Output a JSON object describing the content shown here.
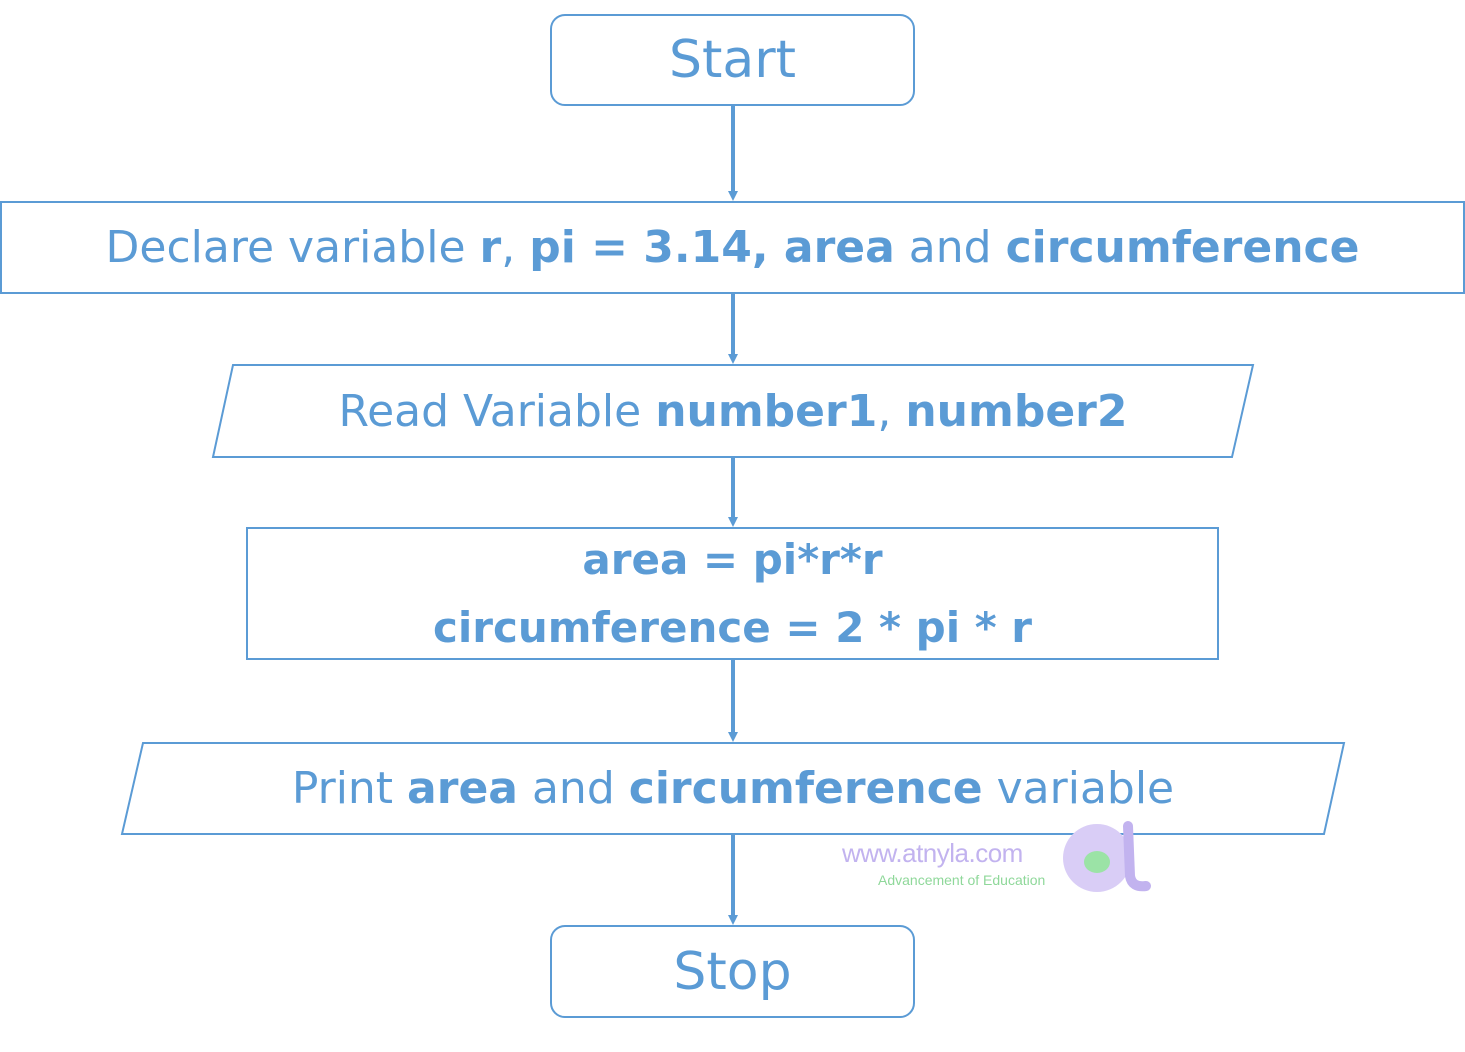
{
  "flowchart": {
    "start": "Start",
    "declare": {
      "t1": "Declare variable ",
      "t2": "r",
      "t3": ", ",
      "t4": "pi = 3.14, area",
      "t5": " and ",
      "t6": "circumference"
    },
    "read": {
      "t1": "Read Variable ",
      "t2": "number1",
      "t3": ", ",
      "t4": "number2"
    },
    "process": {
      "line1": "area = pi*r*r",
      "line2": "circumference = 2 * pi * r"
    },
    "print": {
      "t1": "Print ",
      "t2": "area",
      "t3": " and ",
      "t4": "circumference",
      "t5": " variable"
    },
    "stop": "Stop"
  },
  "watermark": {
    "url": "www.atnyla.com",
    "tagline": "Advancement of Education",
    "logo_glyph": "a"
  },
  "colors": {
    "stroke": "#5b9bd5",
    "text": "#5b9bd5",
    "watermark_purple": "#c2b3ef",
    "watermark_green": "#8fd89a"
  }
}
